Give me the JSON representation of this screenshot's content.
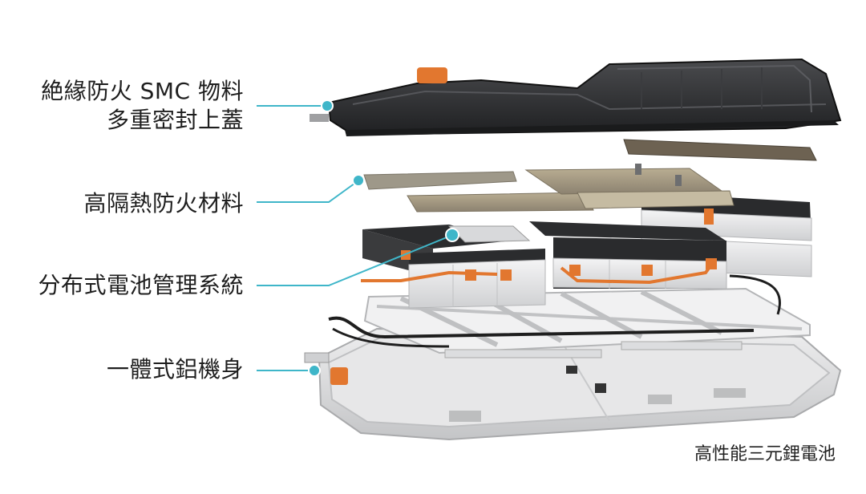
{
  "labels": {
    "lid_line1": "絶緣防火 SMC 物料",
    "lid_line2": "多重密封上蓋",
    "insulation": "高隔熱防火材料",
    "bms": "分布式電池管理系統",
    "body": "一體式鋁機身"
  },
  "caption": "高性能三元鋰電池",
  "colors": {
    "leader": "#3fb6c9",
    "lid": "#2c2d2f",
    "accent": "#e2772f",
    "tray": "#d9dadb"
  }
}
